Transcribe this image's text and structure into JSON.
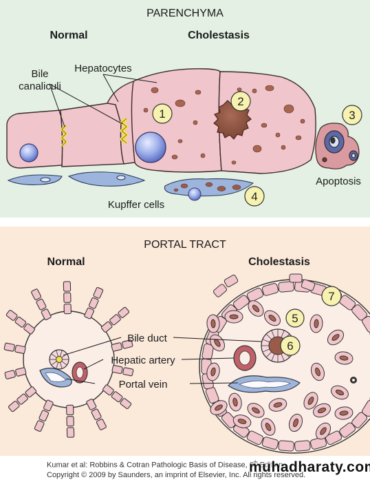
{
  "parenchyma": {
    "title": "PARENCHYMA",
    "normal": "Normal",
    "cholestasis": "Cholestasis",
    "bile_canaliculi_line1": "Bile",
    "bile_canaliculi_line2": "canaliculi",
    "hepatocytes": "Hepatocytes",
    "apoptosis": "Apoptosis",
    "kupffer": "Kupffer cells",
    "markers": [
      "1",
      "2",
      "3",
      "4"
    ]
  },
  "portal_tract": {
    "title": "PORTAL TRACT",
    "normal": "Normal",
    "cholestasis": "Cholestasis",
    "bile_duct": "Bile duct",
    "hepatic_artery": "Hepatic artery",
    "portal_vein": "Portal vein",
    "markers": [
      "5",
      "6",
      "7"
    ]
  },
  "footer": {
    "line1_a": "Kumar et al: Robbins & Cotran Pathologic Basis of Disease, 8",
    "line1_sup": "th",
    "line1_b": " Edition",
    "line2": "Copyright © 2009 by Saunders, an imprint of Elsevier, Inc. All rights reserved."
  },
  "watermark": "muhadharaty.com",
  "colors": {
    "top_panel_bg": "#e3f0e3",
    "bottom_panel_bg": "#fbe9da",
    "hepatocyte": "#f0c6cc",
    "nucleus": "#9aa8e6",
    "bile_plug": "#9a5b49",
    "marker_fill": "#f7f2b0"
  }
}
